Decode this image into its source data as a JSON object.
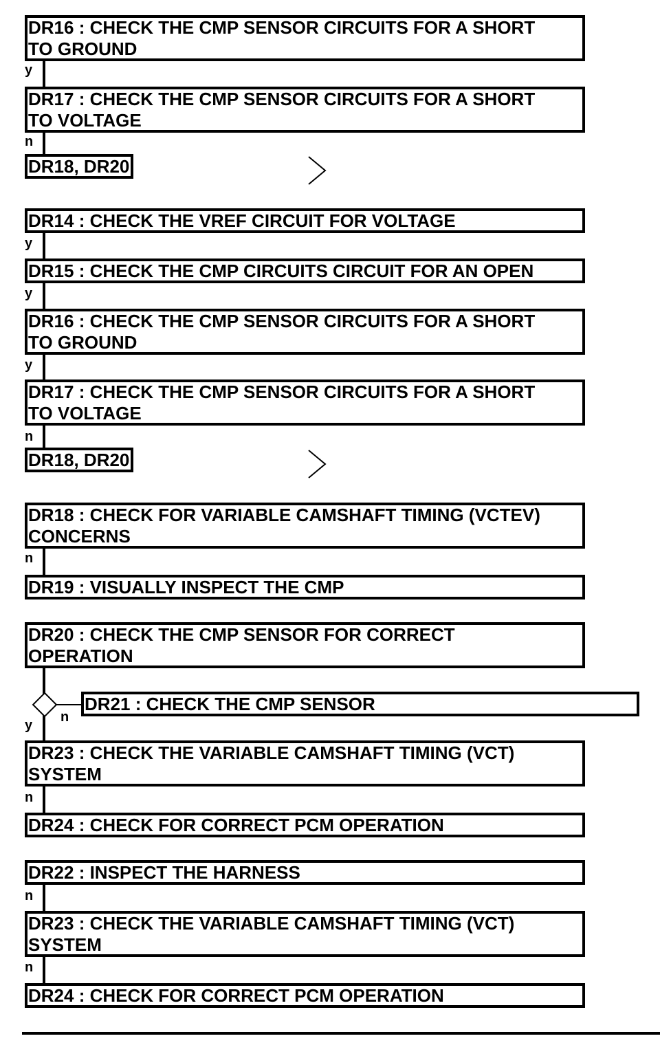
{
  "nodes": {
    "dr16a": "DR16 : CHECK THE CMP SENSOR CIRCUITS FOR A SHORT\nTO GROUND",
    "dr17a": "DR17 : CHECK THE CMP SENSOR CIRCUITS FOR A SHORT\nTO VOLTAGE",
    "goto_a": "DR18, DR20",
    "dr14": "DR14 : CHECK THE VREF CIRCUIT FOR VOLTAGE",
    "dr15": "DR15 : CHECK THE CMP CIRCUITS CIRCUIT FOR AN OPEN",
    "dr16b": "DR16 : CHECK THE CMP SENSOR CIRCUITS FOR A SHORT\nTO GROUND",
    "dr17b": "DR17 : CHECK THE CMP SENSOR CIRCUITS FOR A SHORT\nTO VOLTAGE",
    "goto_b": "DR18, DR20",
    "dr18": "DR18 : CHECK FOR VARIABLE CAMSHAFT TIMING (VCTEV)\nCONCERNS",
    "dr19": "DR19 : VISUALLY INSPECT THE CMP",
    "dr20": "DR20 : CHECK THE CMP SENSOR FOR CORRECT\nOPERATION",
    "dr21": "DR21 : CHECK THE CMP SENSOR",
    "dr23a": "DR23 : CHECK THE VARIABLE CAMSHAFT TIMING (VCT)\nSYSTEM",
    "dr24a": "DR24 : CHECK FOR CORRECT PCM OPERATION",
    "dr22": "DR22 : INSPECT THE HARNESS",
    "dr23b": "DR23 : CHECK THE VARIABLE CAMSHAFT TIMING (VCT)\nSYSTEM",
    "dr24b": "DR24 : CHECK FOR CORRECT PCM OPERATION"
  },
  "edge_labels": {
    "e1": "y",
    "e2": "n",
    "e3": "y",
    "e4": "y",
    "e5": "y",
    "e6": "n",
    "e7": "n",
    "e8_n": "n",
    "e8_y": "y",
    "e9": "n",
    "e10": "n",
    "e11": "n"
  },
  "icons": {
    "continue": "chevron-right-icon",
    "decision": "diamond-decision-icon"
  }
}
